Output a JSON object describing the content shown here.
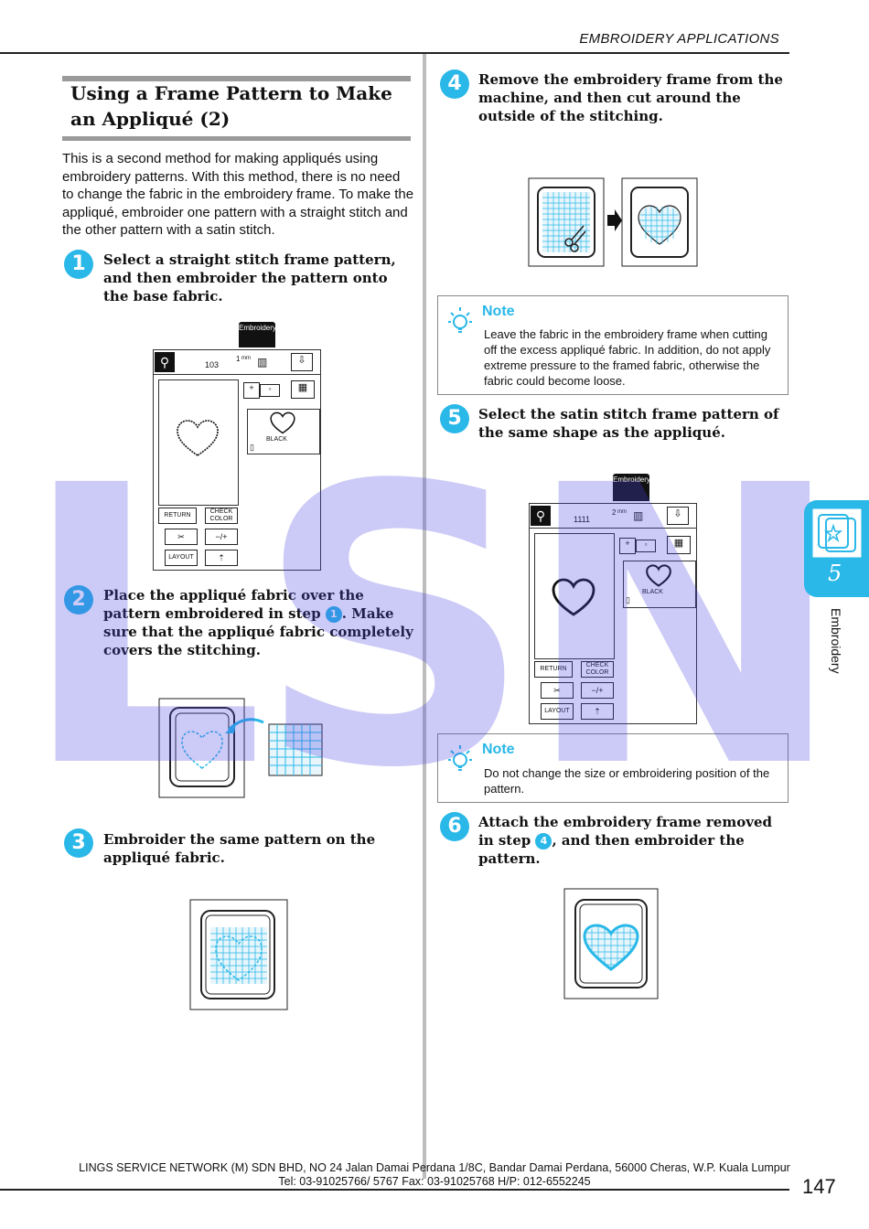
{
  "header": {
    "section_title": "EMBROIDERY APPLICATIONS"
  },
  "section": {
    "title": "Using a Frame Pattern to Make an Appliqué (2)"
  },
  "intro": "This is a second method for making appliqués using embroidery patterns. With this method, there is no need to change the fabric in the embroidery frame. To make the appliqué, embroider one pattern with a straight stitch and the other pattern with a satin stitch.",
  "steps": [
    {
      "num": "1",
      "text": "Select a straight stitch frame pattern, and then embroider the pattern onto the base fabric."
    },
    {
      "num": "2",
      "text_a": "Place the appliqué fabric over the pattern embroidered in step ",
      "ref": "1",
      "text_b": ". Make sure that the appliqué fabric completely covers the stitching."
    },
    {
      "num": "3",
      "text": "Embroider the same pattern on the appliqué fabric."
    },
    {
      "num": "4",
      "text": "Remove the embroidery frame from the machine, and then cut around the outside of the stitching."
    },
    {
      "num": "5",
      "text": "Select the satin stitch frame pattern of the same shape as the appliqué."
    },
    {
      "num": "6",
      "text_a": "Attach the embroidery frame removed in step ",
      "ref": "4",
      "text_b": ", and then embroider the pattern."
    }
  ],
  "notes": [
    {
      "title": "Note",
      "text": "Leave the fabric in the embroidery frame when cutting off the excess appliqué fabric. In addition, do not apply extreme pressure to the framed fabric, otherwise the fabric could become loose."
    },
    {
      "title": "Note",
      "text": "Do not change the size or embroidering position of the pattern."
    }
  ],
  "screen1": {
    "tab": "Embroidery",
    "value_a": "103",
    "value_b": "1",
    "unit": "mm",
    "color_name": "BLACK",
    "btn_return": "RETURN",
    "btn_check": "CHECK COLOR",
    "btn_layout": "LAYOUT"
  },
  "screen2": {
    "tab": "Embroidery",
    "value_a": "1111",
    "value_b": "2",
    "unit": "mm",
    "color_name": "BLACK",
    "btn_return": "RETURN",
    "btn_check": "CHECK COLOR",
    "btn_layout": "LAYOUT"
  },
  "side_tab": {
    "chapter": "5",
    "label": "Embroidery"
  },
  "watermark": {
    "letters": "LSN"
  },
  "footer": {
    "line1": "LINGS SERVICE NETWORK (M) SDN BHD, NO 24 Jalan Damai Perdana 1/8C, Bandar Damai Perdana, 56000 Cheras, W.P. Kuala Lumpur",
    "line2": "Tel: 03-91025766/ 5767     Fax: 03-91025768     H/P: 012-6552245"
  },
  "page_number": "147",
  "colors": {
    "accent": "#29b8e8",
    "watermark": "#4a44e0"
  }
}
